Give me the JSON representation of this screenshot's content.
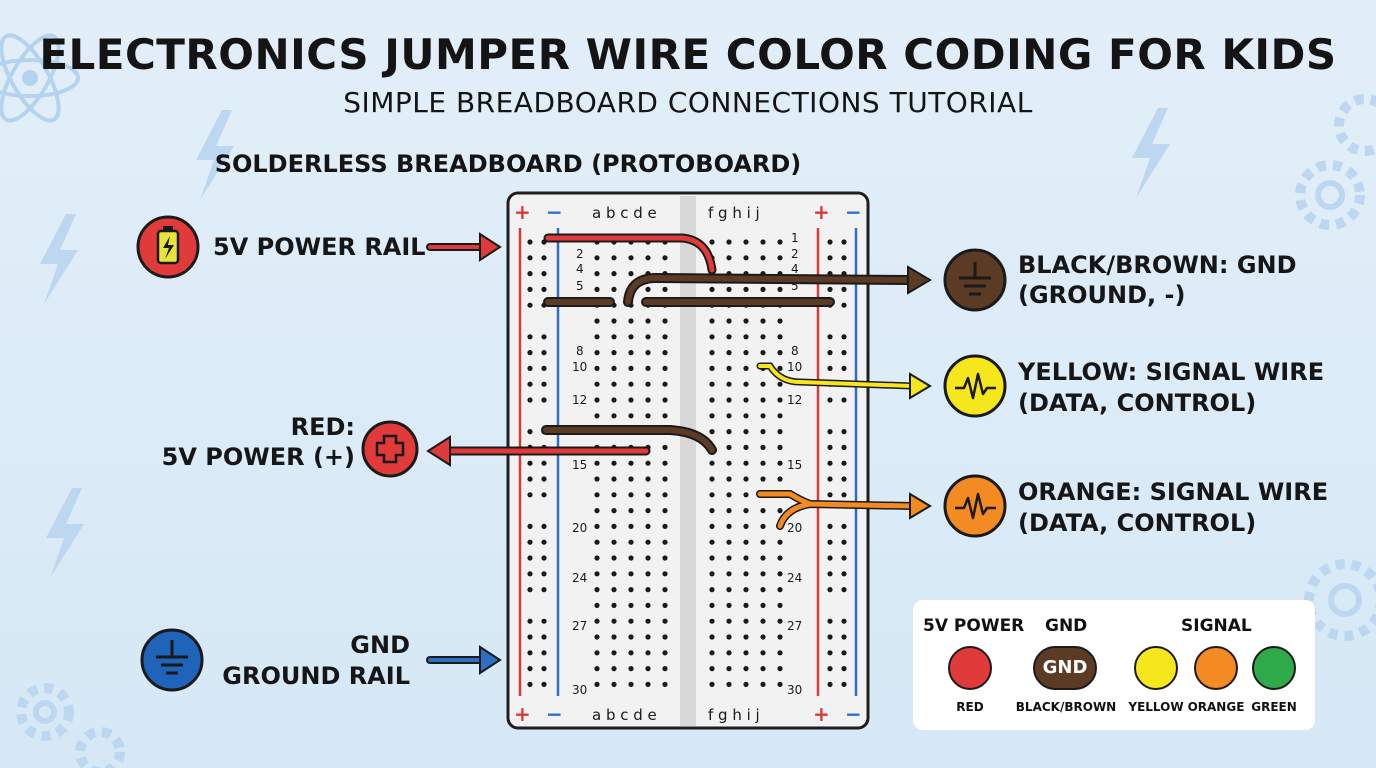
{
  "title": "ELECTRONICS JUMPER WIRE COLOR CODING FOR KIDS",
  "subtitle": "SIMPLE BREADBOARD CONNECTIONS TUTORIAL",
  "board_title": "SOLDERLESS BREADBOARD (PROTOBOARD)",
  "board": {
    "columns_left": "a b c d e",
    "columns_right": "f g h i j",
    "plus": "+",
    "minus": "−",
    "row_numbers": [
      "1",
      "2",
      "4",
      "5",
      "8",
      "10",
      "12",
      "15",
      "20",
      "24",
      "27",
      "30"
    ]
  },
  "callouts": {
    "power_rail": "5V POWER RAIL",
    "red_line1": "RED:",
    "red_line2": "5V POWER (+)",
    "gnd_line1": "GND",
    "gnd_line2": "GROUND RAIL",
    "black_line1": "BLACK/BROWN: GND",
    "black_line2": "(GROUND, -)",
    "yellow_line1": "YELLOW: SIGNAL WIRE",
    "yellow_line2": "(DATA, CONTROL)",
    "orange_line1": "ORANGE: SIGNAL WIRE",
    "orange_line2": "(DATA, CONTROL)"
  },
  "legend": {
    "headers": [
      "5V POWER",
      "GND",
      "SIGNAL"
    ],
    "gnd_badge": "GND",
    "swatches": [
      {
        "label": "RED",
        "color": "#e03a3a"
      },
      {
        "label": "BLACK/BROWN",
        "color": "#5c3b25"
      },
      {
        "label": "YELLOW",
        "color": "#f6e61c"
      },
      {
        "label": "ORANGE",
        "color": "#f48a22"
      },
      {
        "label": "GREEN",
        "color": "#2eaa4a"
      }
    ]
  },
  "colors": {
    "red": "#e03a3a",
    "brown": "#5c3b25",
    "yellow": "#f6e61c",
    "orange": "#f48a22",
    "blue": "#2c6fc4",
    "icon_blue": "#1f64b8"
  },
  "icons": [
    "battery-icon",
    "plus-icon",
    "ground-icon",
    "waveform-icon",
    "lightning-icon",
    "gear-icon",
    "atom-icon"
  ]
}
